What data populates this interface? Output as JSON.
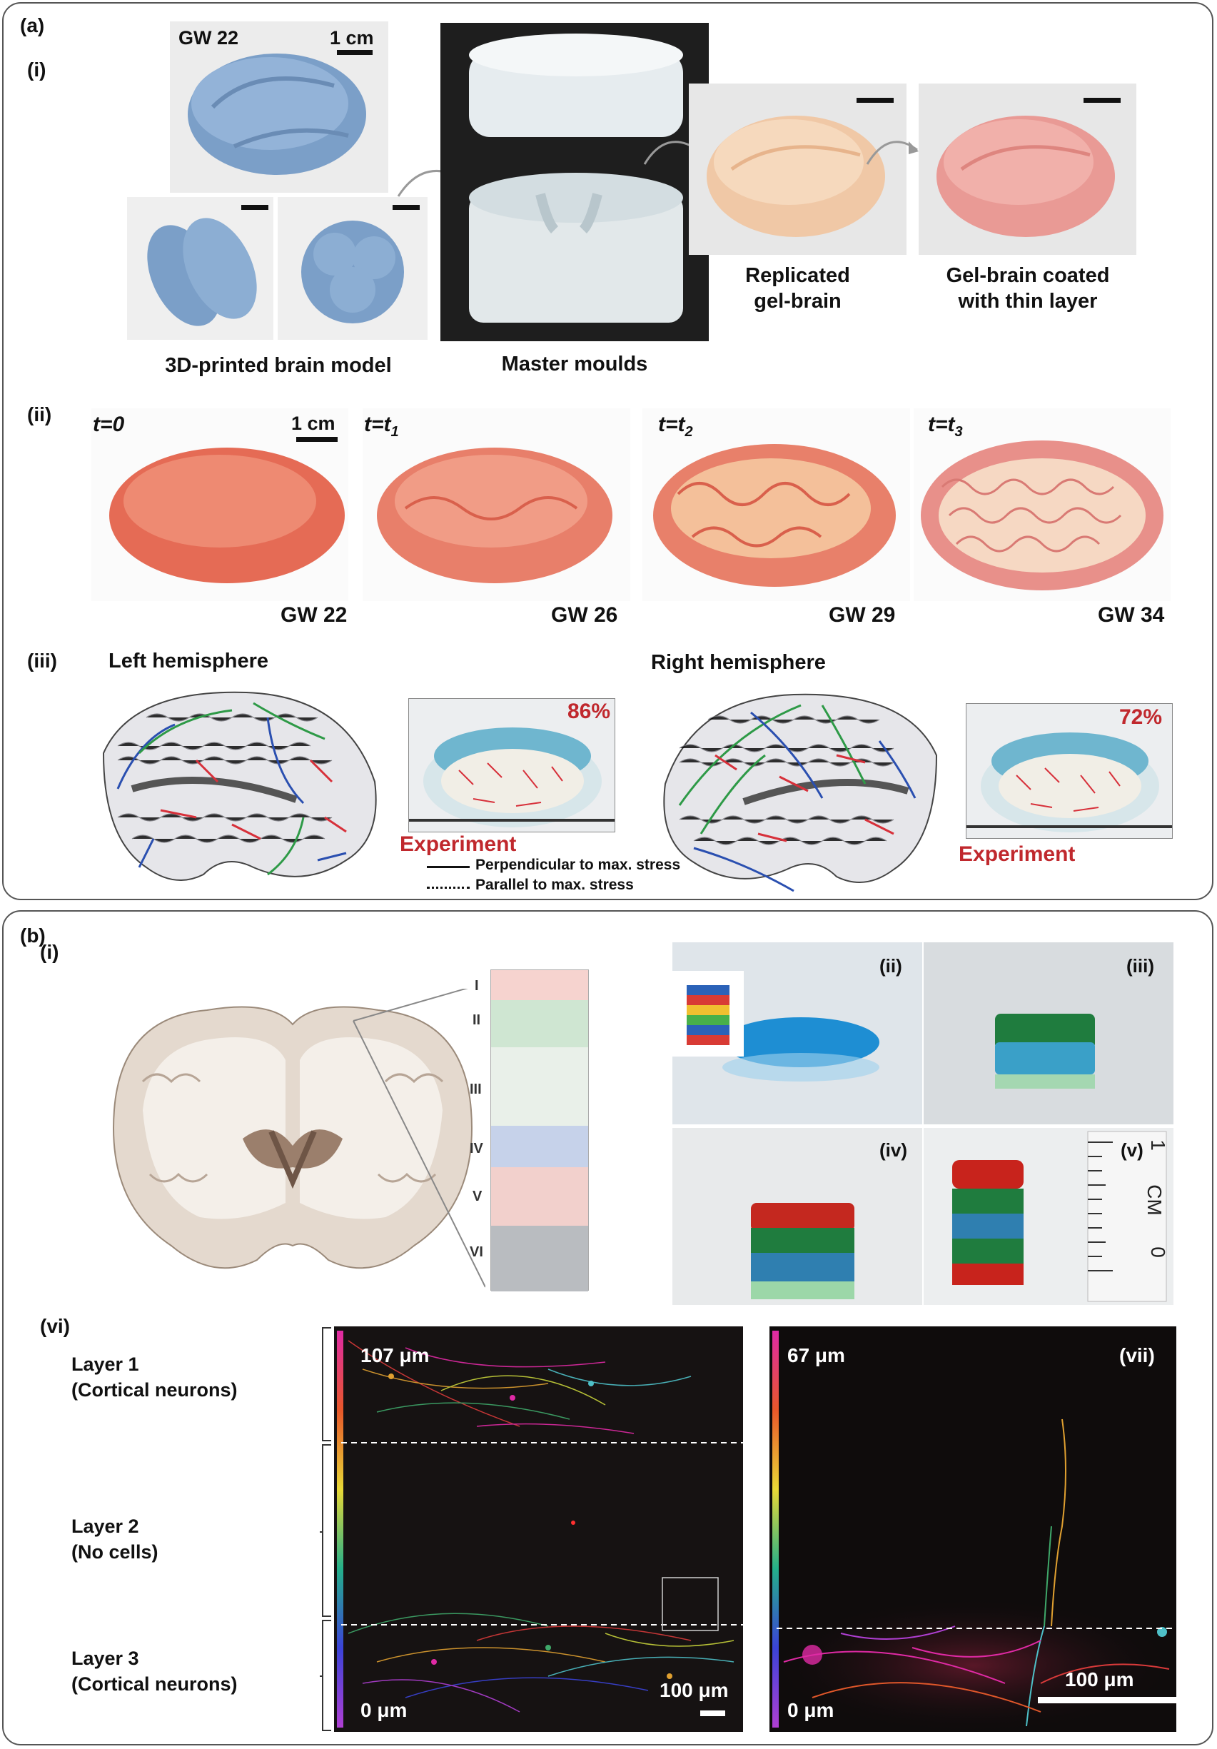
{
  "panel_a": {
    "label": "(a)",
    "sub_i": {
      "label": "(i)",
      "gw_label": "GW 22",
      "scale_label": "1 cm",
      "caption_model": "3D-printed brain model",
      "caption_moulds": "Master moulds",
      "caption_replicated": "Replicated\ngel-brain",
      "caption_coated": "Gel-brain coated\nwith thin layer"
    },
    "sub_ii": {
      "label": "(ii)",
      "scale_label": "1 cm",
      "stages": [
        {
          "t_label": "t=0",
          "gw": "GW 22"
        },
        {
          "t_label": "t=t1",
          "gw": "GW 26"
        },
        {
          "t_label": "t=t2",
          "gw": "GW 29"
        },
        {
          "t_label": "t=t3",
          "gw": "GW 34"
        }
      ]
    },
    "sub_iii": {
      "label": "(iii)",
      "left_title": "Left hemisphere",
      "right_title": "Right hemisphere",
      "left_pct": "86%",
      "right_pct": "72%",
      "experiment_label": "Experiment",
      "legend_perp": "Perpendicular to max. stress",
      "legend_par": "Parallel to max. stress",
      "colors": {
        "red": "#d7303a",
        "green": "#2e9a47",
        "blue": "#2a4fb0",
        "accent_text": "#c0282d"
      }
    }
  },
  "panel_b": {
    "label": "(b)",
    "sub_i": {
      "label": "(i)",
      "layers": [
        "I",
        "II",
        "III",
        "IV",
        "V",
        "VI"
      ],
      "layer_colors": [
        "#f6d3cf",
        "#cfe6d2",
        "#e9f0e9",
        "#c6d2ea",
        "#f2d0cc",
        "#b9bcc0"
      ]
    },
    "photo_labels": {
      "ii": "(ii)",
      "iii": "(iii)",
      "iv": "(iv)",
      "v": "(v)"
    },
    "ruler": {
      "unit": "CM",
      "one": "1",
      "zero": "0"
    },
    "sub_vi": {
      "label": "(vi)",
      "layer1": "Layer 1\n(Cortical neurons)",
      "layer2": "Layer 2\n(No cells)",
      "layer3": "Layer 3\n(Cortical neurons)",
      "depth_top": "107 μm",
      "depth_bottom": "0 μm",
      "scale": "100 μm"
    },
    "sub_vii": {
      "label": "(vii)",
      "depth_top": "67 μm",
      "depth_bottom": "0 μm",
      "scale": "100 μm"
    }
  }
}
